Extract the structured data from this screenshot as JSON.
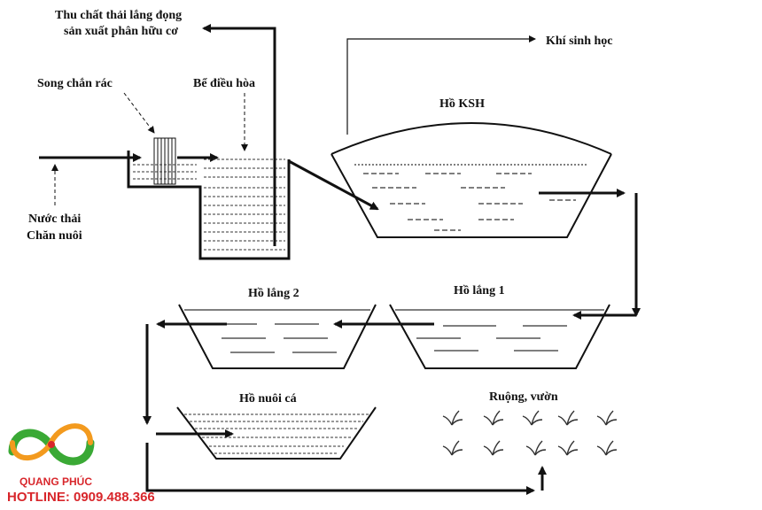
{
  "labels": {
    "sludge_line1": "Thu chất thải lắng đọng",
    "sludge_line2": "sản xuất phân hữu cơ",
    "screen": "Song chắn rác",
    "equalization": "Bể điều hòa",
    "biogas": "Khí sinh học",
    "digester": "Hồ KSH",
    "inlet_line1": "Nước thải",
    "inlet_line2": "Chăn nuôi",
    "settling2": "Hồ lắng 2",
    "settling1": "Hồ lắng 1",
    "fishpond": "Hồ nuôi cá",
    "fields": "Ruộng, vườn"
  },
  "brand": {
    "name": "QUANG PHÚC",
    "hotline": "HOTLINE: 0909.488.366",
    "colors": {
      "green": "#3aa935",
      "orange": "#f39a1e",
      "red": "#d8262b"
    }
  }
}
